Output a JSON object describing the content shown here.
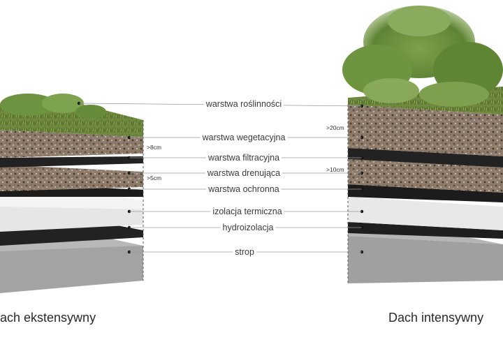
{
  "layers": [
    {
      "label": "warstwa roślinności"
    },
    {
      "label": "warstwa wegetacyjna"
    },
    {
      "label": "warstwa filtracyjna"
    },
    {
      "label": "warstwa drenująca"
    },
    {
      "label": "warstwa ochronna"
    },
    {
      "label": "izolacja termiczna"
    },
    {
      "label": "hydroizolacja"
    },
    {
      "label": "strop"
    }
  ],
  "dimensions": {
    "extensive_substrate": ">8cm",
    "extensive_drainage": ">5cm",
    "intensive_substrate": ">20cm",
    "intensive_drainage": ">10cm"
  },
  "roofs": {
    "extensive_title": "ach ekstensywny",
    "intensive_title": "Dach intensywny"
  },
  "colors": {
    "grass": "#6b8f3c",
    "gravel": "#8a7a6a",
    "membrane": "#1e1e1e",
    "insulation": "#eeeeee",
    "concrete": "#9a9a9a",
    "leader_line": "#999999"
  }
}
